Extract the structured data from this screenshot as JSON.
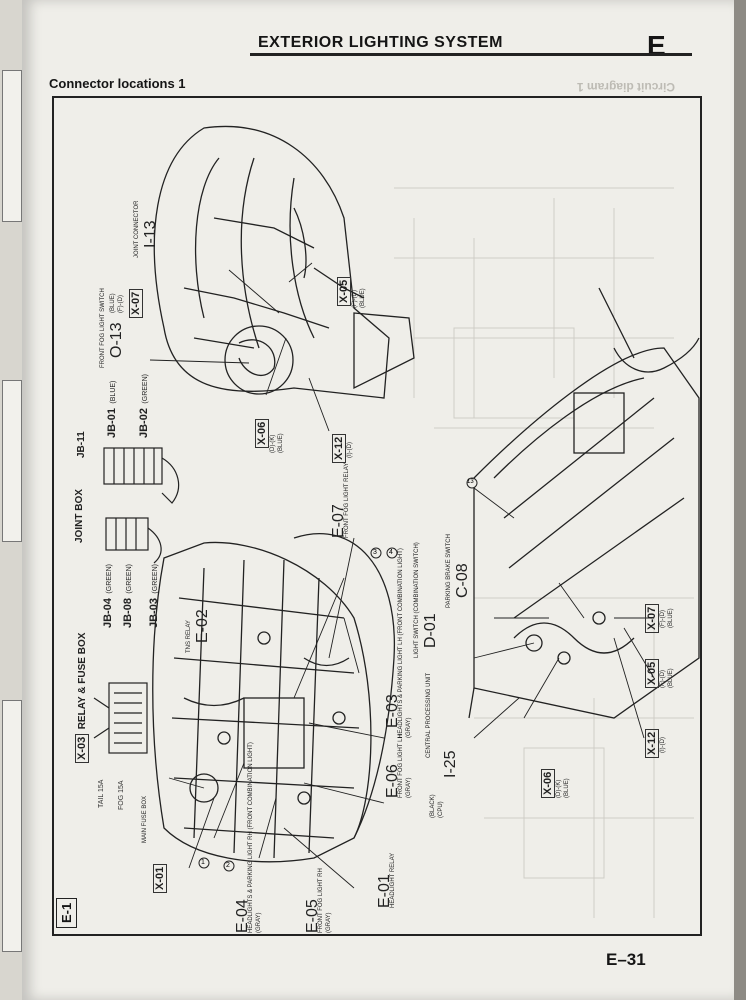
{
  "header": {
    "section_title": "EXTERIOR LIGHTING SYSTEM",
    "section_letter": "E",
    "subtitle": "Connector locations 1",
    "ghost_title": "Circuit diagram 1"
  },
  "figure": {
    "frame_label": "E-1",
    "relay_box": {
      "code": "X-03",
      "name": "RELAY & FUSE BOX",
      "fuse_tail": "TAIL 15A",
      "fuse_fog": "FOG 15A"
    },
    "joint_box": {
      "name": "JOINT BOX",
      "jb11": "JB-11",
      "connectors": [
        {
          "code": "JB-01",
          "color": "(BLUE)"
        },
        {
          "code": "JB-02",
          "color": "(GREEN)"
        },
        {
          "code": "JB-04",
          "color": "(GREEN)"
        },
        {
          "code": "JB-08",
          "color": "(GREEN)"
        },
        {
          "code": "JB-03",
          "color": "(GREEN)"
        }
      ]
    },
    "front_fog_switch": {
      "name": "FRONT FOG LIGHT SWITCH",
      "color": "(BLUE)",
      "pins": "(F)-(D)",
      "code_x": "X-07",
      "code_o": "O-13"
    },
    "joint_connector": {
      "name": "JOINT CONNECTOR",
      "code": "I-13"
    },
    "x05": {
      "code": "X-05",
      "pins": "(F)-(D)",
      "color": "(BLUE)"
    },
    "x06": {
      "code": "X-06",
      "pins": "(D)-(K)",
      "color": "(BLUE)"
    },
    "x12": {
      "code": "X-12",
      "pins": "(I)-(D)"
    },
    "e07": {
      "code": "E-07",
      "name": "FRONT FOG LIGHT RELAY"
    },
    "e02": {
      "code": "E-02",
      "name": "TNS RELAY"
    },
    "e03": {
      "code": "E-03",
      "name": "HEADLIGHTS & PARKING LIGHT LH (FRONT COMBINATION LIGHT)",
      "color": "(GRAY)"
    },
    "e06": {
      "code": "E-06",
      "name": "FRONT FOG LIGHT LH",
      "color": "(GRAY)"
    },
    "e04": {
      "code": "E-04",
      "name": "HEADLIGHTS & PARKING LIGHT RH (FRONT COMBINATION LIGHT)",
      "color": "(GRAY)"
    },
    "e05": {
      "code": "E-05",
      "name": "FRONT FOG LIGHT RH",
      "color": "(GRAY)"
    },
    "e01": {
      "code": "E-01",
      "name": "HEADLIGHT RELAY"
    },
    "x01": {
      "code": "X-01",
      "name": "MAIN FUSE BOX"
    },
    "c08": {
      "code": "C-08",
      "name": "PARKING BRAKE SWITCH"
    },
    "d01": {
      "code": "D-01",
      "name": "LIGHT SWITCH (COMBINATION SWITCH)"
    },
    "i25": {
      "code": "I-25",
      "name": "CENTRAL PROCESSING UNIT",
      "color": "(BLACK)",
      "sub": "(CPU)"
    },
    "dash_x07": {
      "code": "X-07",
      "pins": "(F)-(D)",
      "color": "(BLUE)"
    },
    "dash_x05": {
      "code": "X-05",
      "pins": "(F)-(D)",
      "color": "(BLUE)"
    },
    "dash_x12": {
      "code": "X-12",
      "pins": "(I)-(D)"
    },
    "dash_x06": {
      "code": "X-06",
      "pins": "(D)-(K)",
      "color": "(BLUE)"
    },
    "callouts": [
      "1",
      "2",
      "3",
      "4",
      "13"
    ]
  },
  "footer": {
    "page_number": "E–31"
  }
}
